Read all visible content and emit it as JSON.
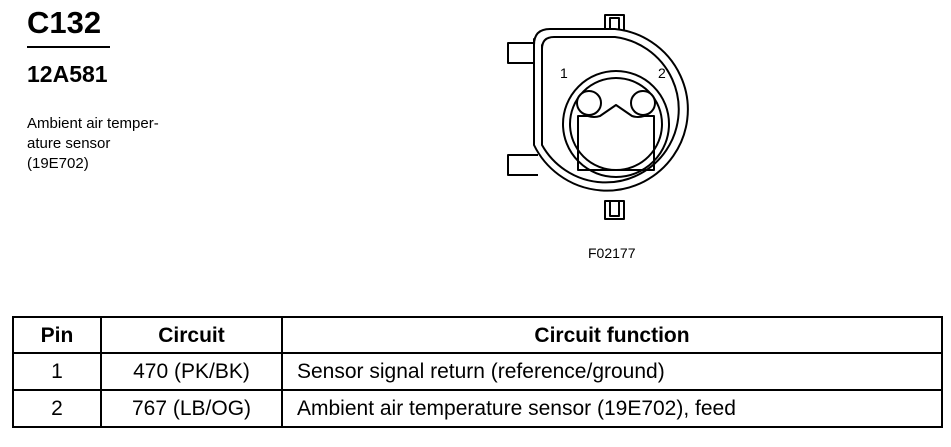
{
  "connector": {
    "id": "C132",
    "part_number": "12A581",
    "description_lines": [
      "Ambient air temper-",
      "ature sensor",
      "(19E702)"
    ]
  },
  "diagram": {
    "pin_labels": [
      "1",
      "2"
    ],
    "figure_id": "F02177"
  },
  "table": {
    "headers": [
      "Pin",
      "Circuit",
      "Circuit function"
    ],
    "rows": [
      {
        "pin": "1",
        "circuit": "470 (PK/BK)",
        "function": "Sensor signal return (reference/ground)"
      },
      {
        "pin": "2",
        "circuit": "767 (LB/OG)",
        "function": "Ambient air temperature sensor (19E702), feed"
      }
    ]
  }
}
